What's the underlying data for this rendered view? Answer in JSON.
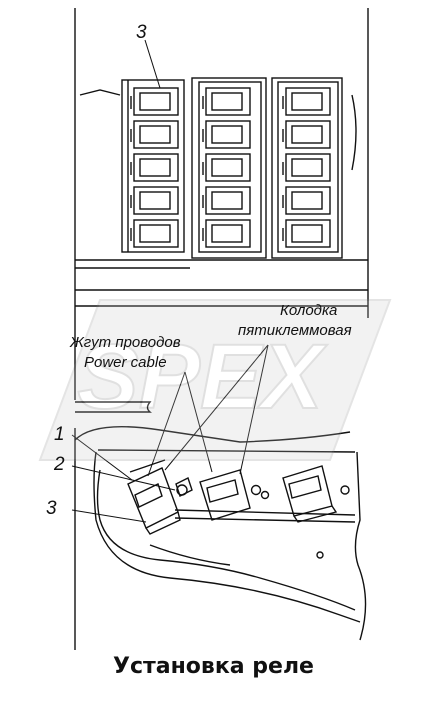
{
  "diagram": {
    "callouts": {
      "relay_top": "3",
      "relay_1": "1",
      "relay_2": "2",
      "relay_3": "3"
    },
    "labels": {
      "harness_ru": "Жгут проводов",
      "harness_en": "Power cable",
      "block_ru_1": "Колодка",
      "block_ru_2": "пятиклеммовая"
    },
    "watermark": "SPEX",
    "caption": "Установка реле"
  }
}
